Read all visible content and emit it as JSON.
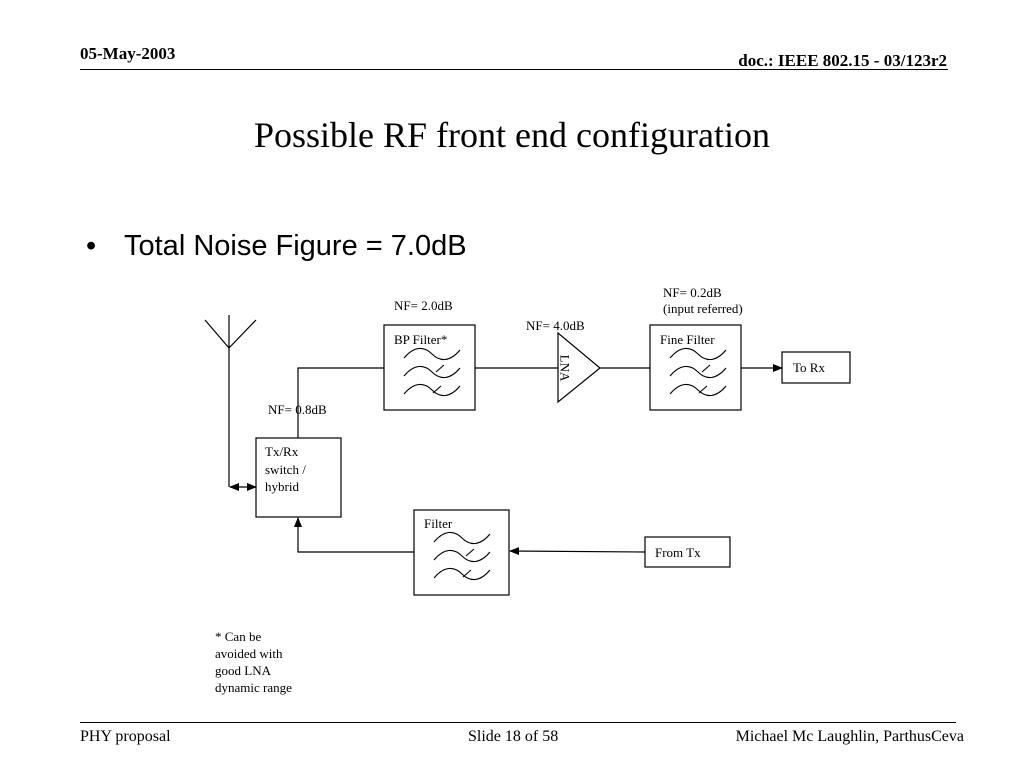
{
  "header": {
    "date": "05-May-2003",
    "doc": "doc.: IEEE 802.15 -  03/123r2"
  },
  "title": "Possible RF front end configuration",
  "bullet": "Total Noise Figure = 7.0dB",
  "diagram": {
    "nf_bp_filter": "NF= 2.0dB",
    "nf_lna": "NF= 4.0dB",
    "nf_fine_filter_line1": "NF= 0.2dB",
    "nf_fine_filter_line2": "(input referred)",
    "nf_switch": "NF= 0.8dB",
    "bp_filter": "BP Filter*",
    "lna": "LNA",
    "fine_filter": "Fine Filter",
    "to_rx": "To Rx",
    "switch_line1": "Tx/Rx",
    "switch_line2": "switch /",
    "switch_line3": "hybrid",
    "tx_filter": "Filter",
    "from_tx": "From Tx",
    "note_line1": "* Can be",
    "note_line2": "avoided with",
    "note_line3": "good LNA",
    "note_line4": "dynamic range"
  },
  "footer": {
    "left": "PHY proposal",
    "center": "Slide 18 of 58",
    "right": "Michael Mc Laughlin, ParthusCeva"
  }
}
